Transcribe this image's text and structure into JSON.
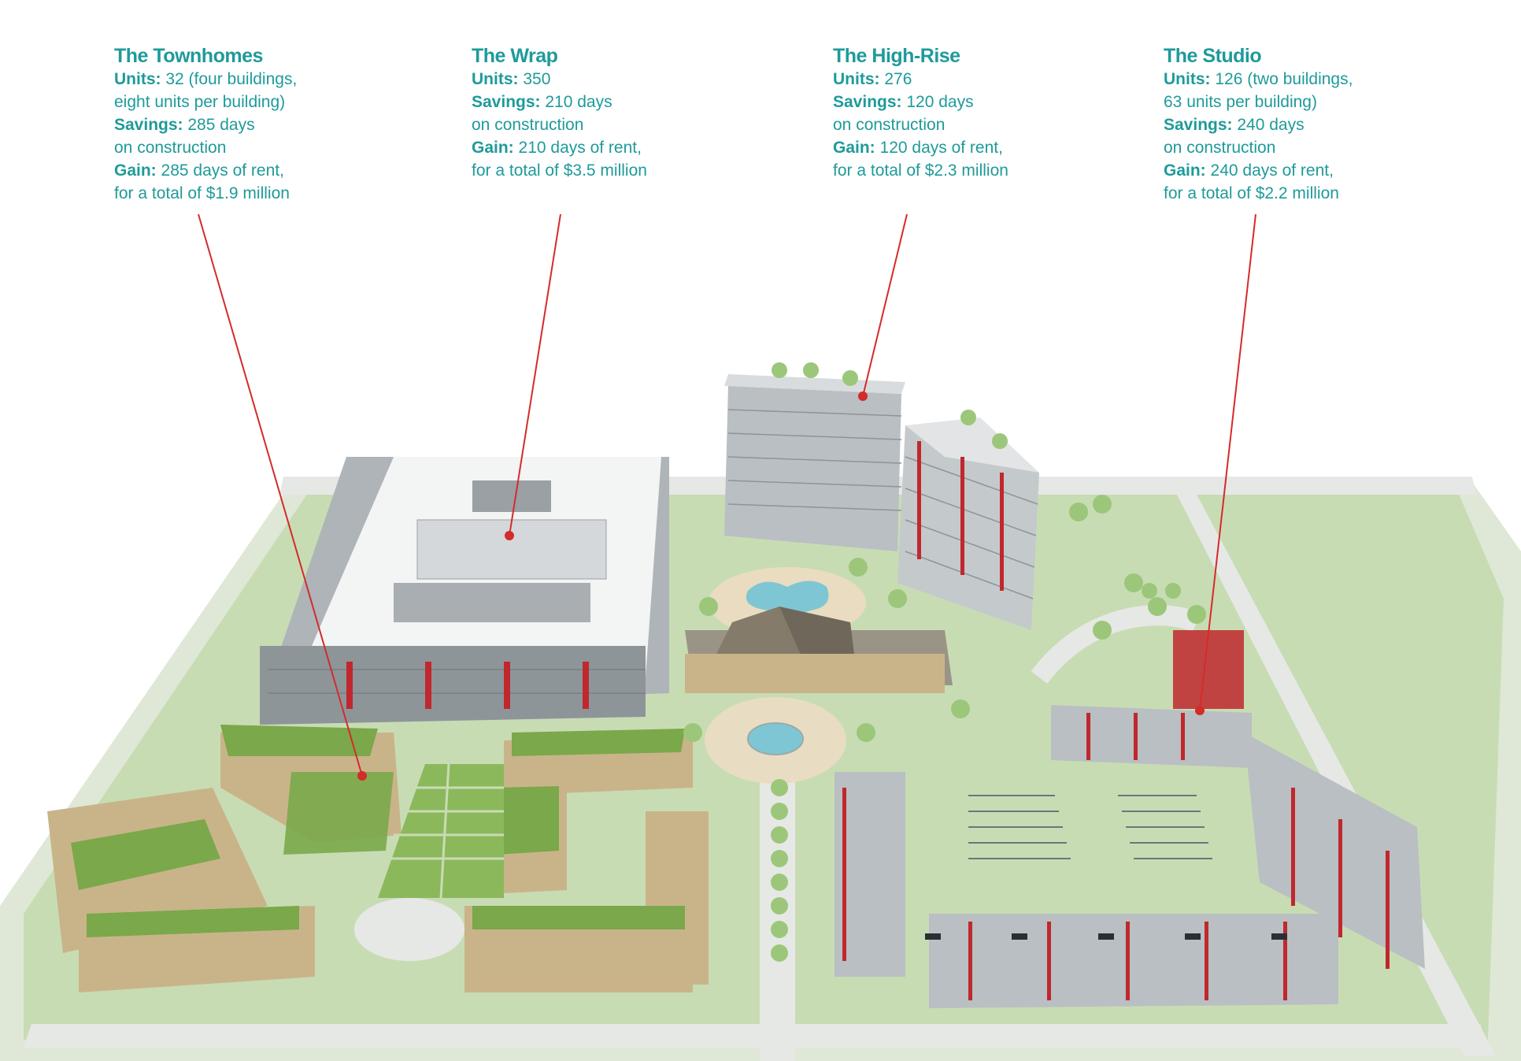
{
  "callouts": [
    {
      "id": "townhomes",
      "title": "The Townhomes",
      "units_label": "Units:",
      "units_value": "32 (four buildings,",
      "units_cont": "eight units per building)",
      "savings_label": "Savings:",
      "savings_value": "285 days",
      "savings_cont": "on construction",
      "gain_label": "Gain:",
      "gain_value": "285 days of rent,",
      "gain_cont": "for a total of $1.9 million"
    },
    {
      "id": "wrap",
      "title": "The Wrap",
      "units_label": "Units:",
      "units_value": "350",
      "savings_label": "Savings:",
      "savings_value": "210 days",
      "savings_cont": "on construction",
      "gain_label": "Gain:",
      "gain_value": "210 days of rent,",
      "gain_cont": "for a total of $3.5 million"
    },
    {
      "id": "highrise",
      "title": "The High-Rise",
      "units_label": "Units:",
      "units_value": "276",
      "savings_label": "Savings:",
      "savings_value": "120 days",
      "savings_cont": "on construction",
      "gain_label": "Gain:",
      "gain_value": "120 days of rent,",
      "gain_cont": "for a total of $2.3 million"
    },
    {
      "id": "studio",
      "title": "The Studio",
      "units_label": "Units:",
      "units_value": "126 (two buildings,",
      "units_cont": "63 units per building)",
      "savings_label": "Savings:",
      "savings_value": "240 days",
      "savings_cont": "on construction",
      "gain_label": "Gain:",
      "gain_value": "240 days of rent,",
      "gain_cont": "for a total of $2.2 million"
    }
  ],
  "colors": {
    "label_text": "#1f9a9a",
    "leader_line": "#d42b2b",
    "lawn": "#c8dcb4",
    "road": "#e6e8e6",
    "roof_white": "#f3f4f4",
    "building_gray": "#b9bfc2",
    "building_tan": "#c9b48a",
    "green_roof": "#7aa84a",
    "tree": "#9cc77a",
    "water": "#7fc6d4",
    "accent_red": "#c0282d"
  }
}
